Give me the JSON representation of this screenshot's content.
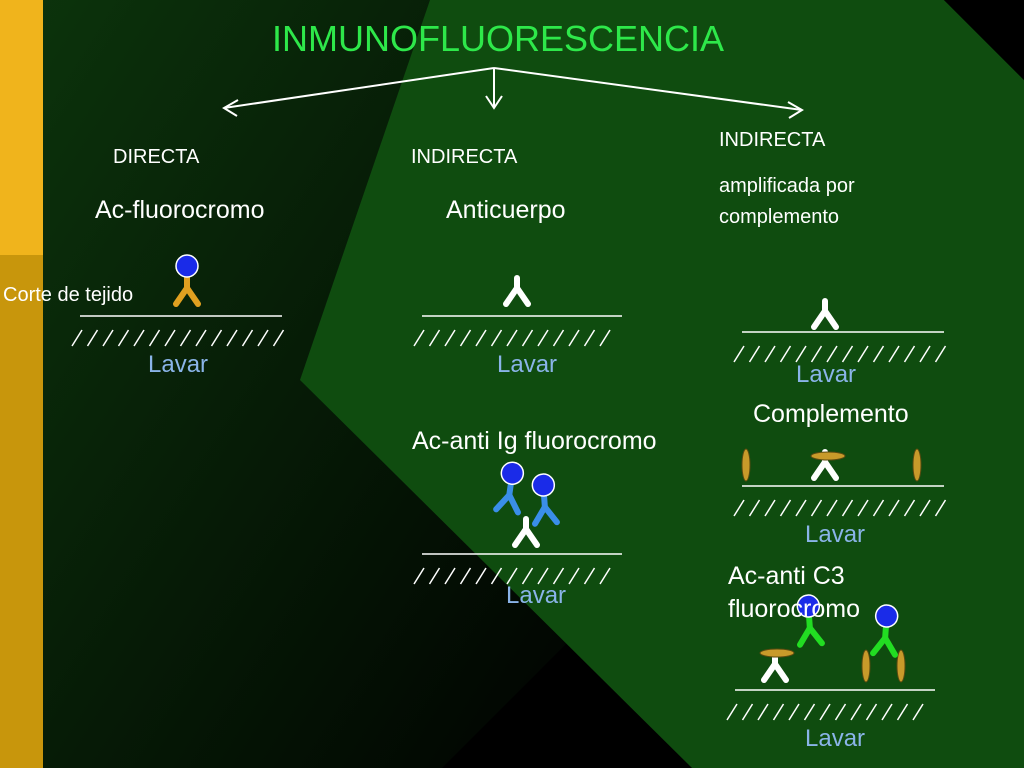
{
  "title": "INMUNOFLUORESCENCIA",
  "colors": {
    "title": "#2ee84a",
    "text": "#ffffff",
    "wash": "#8ab4e8",
    "background_green": "#0f4a0f",
    "left_bar": "#e8a81c",
    "antibody_primary": "#ffffff",
    "antibody_yellow": "#e0a020",
    "antibody_blue": "#3a8ee8",
    "antibody_green": "#22dd22",
    "fluorochrome": "#1a2be8",
    "complement": "#c89a2a"
  },
  "columns": {
    "directa": {
      "heading": "DIRECTA",
      "reagent": "Ac-fluorocromo",
      "tissue_label": "Corte de tejido",
      "wash": "Lavar"
    },
    "indirecta": {
      "heading": "INDIRECTA",
      "reagent": "Anticuerpo",
      "wash1": "Lavar",
      "secondary": "Ac-anti Ig fluorocromo",
      "wash2": "Lavar"
    },
    "indirecta_complemento": {
      "heading": "INDIRECTA",
      "subheading_line1": "amplificada por",
      "subheading_line2": "complemento",
      "wash1": "Lavar",
      "complement": "Complemento",
      "wash2": "Lavar",
      "secondary_line1": "Ac-anti C3",
      "secondary_line2": "fluorocromo",
      "wash3": "Lavar"
    }
  },
  "icons": {
    "branch_arrows": "arrow-icon",
    "antibody": "antibody-y-icon",
    "fluorochrome": "fluorochrome-dot-icon",
    "complement": "complement-ellipse-icon",
    "tissue": "tissue-hatch-icon"
  }
}
